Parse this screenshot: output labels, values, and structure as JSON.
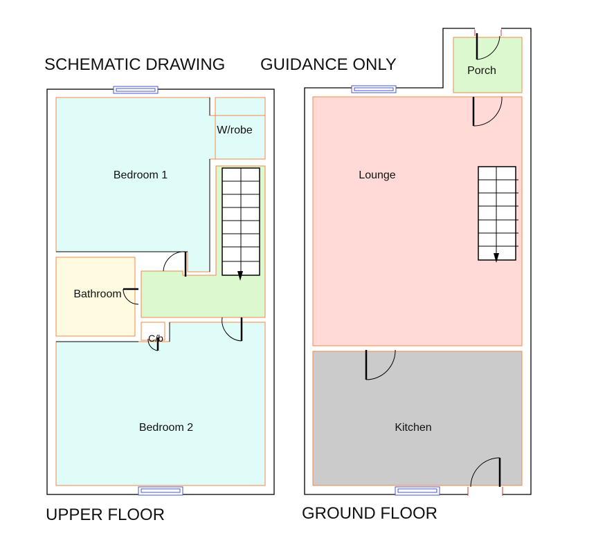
{
  "header": {
    "left_note": "SCHEMATIC DRAWING",
    "right_note": "GUIDANCE ONLY"
  },
  "upper_floor": {
    "title": "UPPER FLOOR",
    "rooms": {
      "bedroom1": "Bedroom 1",
      "wardrobe": "W/robe",
      "bathroom": "Bathroom",
      "cupboard": "C/b",
      "bedroom2": "Bedroom 2"
    }
  },
  "ground_floor": {
    "title": "GROUND FLOOR",
    "rooms": {
      "porch": "Porch",
      "lounge": "Lounge",
      "kitchen": "Kitchen"
    }
  },
  "colors": {
    "bedroom": "#dffcf9",
    "landing": "#dcf8cf",
    "bathroom": "#fffbe0",
    "lounge": "#ffdad6",
    "kitchen": "#cbcbcb",
    "porch": "#dcf8cf",
    "wall_outline": "#000000",
    "inner_outline": "#f0884a",
    "window": "#4455cc"
  }
}
